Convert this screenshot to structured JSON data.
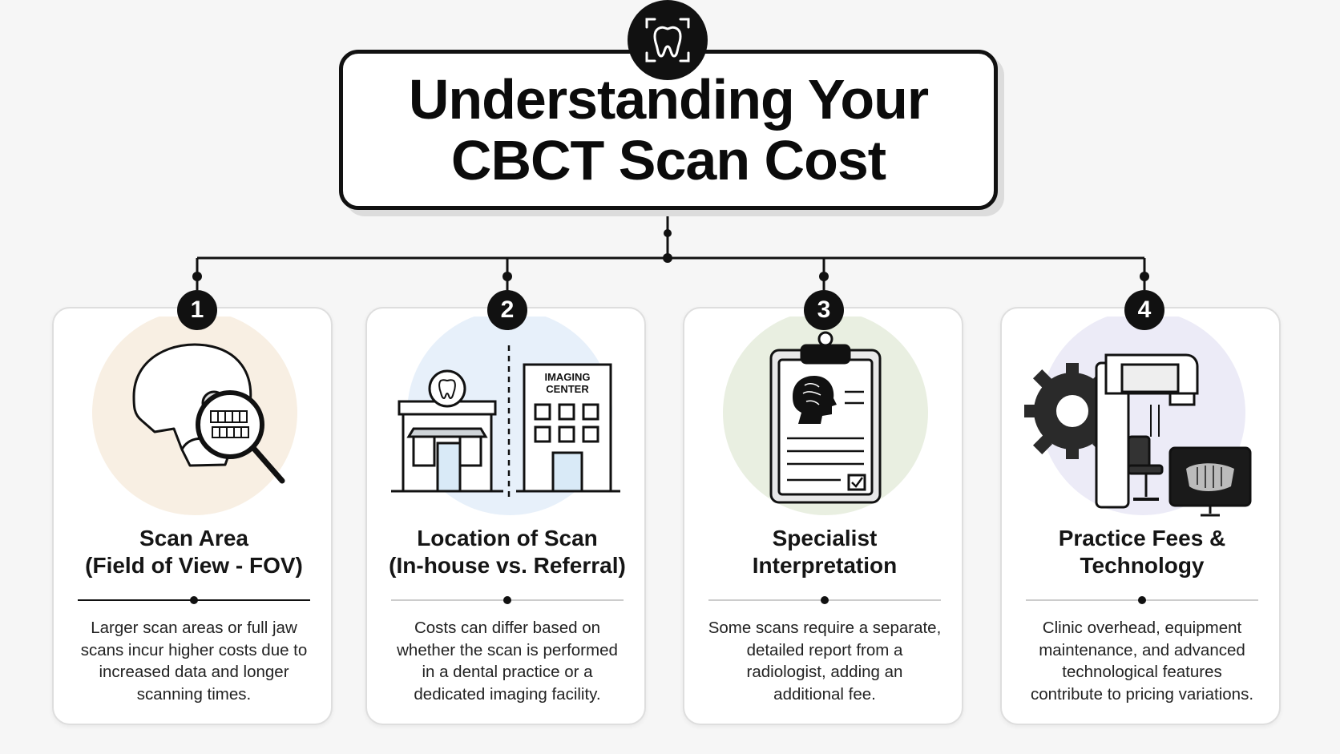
{
  "title": {
    "line1": "Understanding Your",
    "line2": "CBCT  Scan Cost"
  },
  "header_icon": "tooth-scan-icon",
  "factors": [
    {
      "number": "1",
      "title": [
        "Scan Area",
        "(Field of View - FOV)"
      ],
      "description": [
        "Larger scan areas or full jaw",
        "scans incur higher costs due to",
        "increased data and longer",
        "scanning times."
      ],
      "icon": "skull-magnifier-icon",
      "tint": "#f8efe3"
    },
    {
      "number": "2",
      "title": [
        "Location of Scan",
        "(In-house vs. Referral)"
      ],
      "description": [
        "Costs can differ based on",
        "whether the scan is performed",
        "in a dental practice or a",
        "dedicated imaging facility."
      ],
      "icon": "dental-office-and-imaging-center-icon",
      "tint": "#e7f0fa",
      "sign": [
        "IMAGING",
        "CENTER"
      ]
    },
    {
      "number": "3",
      "title": [
        "Specialist",
        "Interpretation"
      ],
      "description": [
        "Some scans require a separate,",
        "detailed report from a",
        "radiologist, adding an",
        "additional fee."
      ],
      "icon": "clipboard-report-icon",
      "tint": "#e9efe1"
    },
    {
      "number": "4",
      "title": [
        "Practice Fees &",
        "Technology"
      ],
      "description": [
        "Clinic overhead, equipment",
        "maintenance, and advanced",
        "technological features",
        "contribute to pricing variations."
      ],
      "icon": "cbct-machine-gear-monitor-icon",
      "tint": "#ecebf7"
    }
  ]
}
